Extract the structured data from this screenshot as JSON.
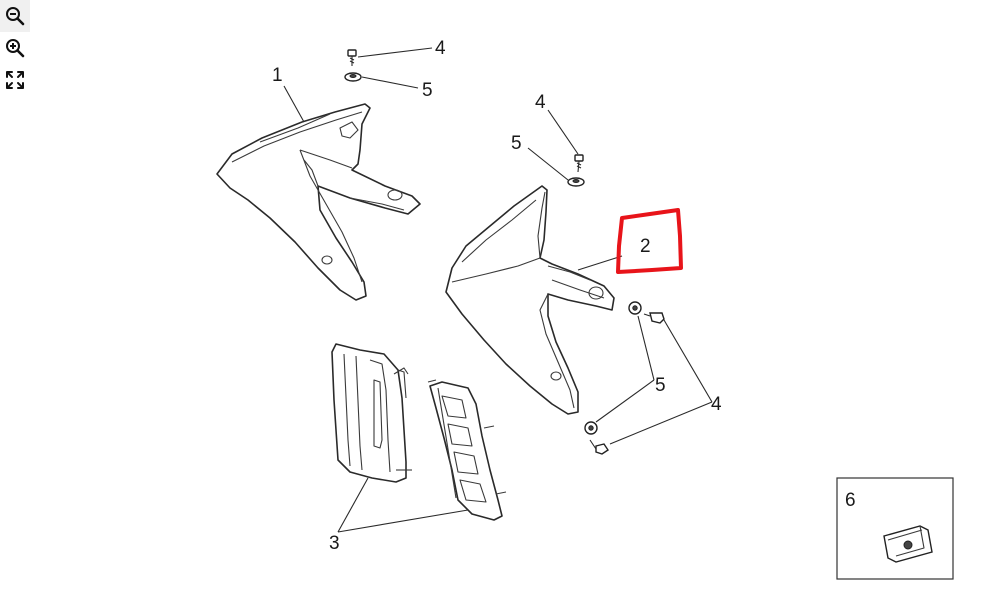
{
  "toolbar": {
    "buttons": [
      {
        "name": "zoom-out",
        "icon": "magnifier-minus-icon"
      },
      {
        "name": "zoom-in",
        "icon": "magnifier-plus-icon"
      },
      {
        "name": "fit-screen",
        "icon": "expand-arrows-icon"
      }
    ]
  },
  "diagram": {
    "callouts": {
      "c1": "1",
      "c2": "2",
      "c3": "3",
      "c4a": "4",
      "c5a": "5",
      "c4b": "4",
      "c5b": "5",
      "c5c": "5",
      "c4c": "4",
      "c6": "6"
    },
    "highlight_color": "#e8141a",
    "highlighted_part": "2"
  }
}
